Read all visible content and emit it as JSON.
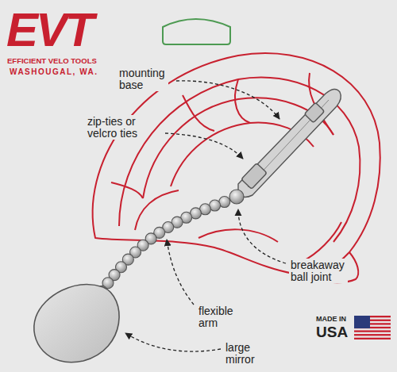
{
  "diagram": {
    "labels": [
      "EVT",
      "EFFICIENT VELO TOOLS",
      "WASHOUGAL, WA.",
      "mounting base",
      "zip-ties or velcro ties",
      "breakaway ball joint",
      "flexible arm",
      "large mirror",
      "MADE IN",
      "USA"
    ]
  }
}
